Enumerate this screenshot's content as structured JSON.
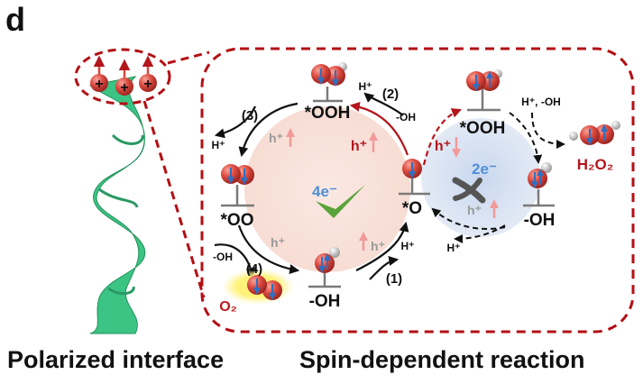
{
  "panel_letter": "d",
  "captions": {
    "left": "Polarized interface",
    "right": "Spin-dependent reaction"
  },
  "colors": {
    "dashed_red": "#b30f14",
    "helix_green": "#3cc484",
    "pink_cycle": "#f9e6df",
    "blue_cycle": "#d9e3f2",
    "oxygen": "#d9473f",
    "spin_blue": "#2f6fc0",
    "check_green": "#5aa33a",
    "h_plus_red": "#b3161c",
    "pink_arrow": "#f29a9a"
  },
  "interface": {
    "charge_sign": "+"
  },
  "four_e": {
    "label": "4e⁻",
    "species": {
      "ooh": "*OOH",
      "oo": "*OO",
      "oh": "-OH",
      "o": "*O",
      "o2": "O₂"
    },
    "steps": {
      "s1": "(1)",
      "s2": "(2)",
      "s3": "(3)",
      "s4": "(4)"
    },
    "h_plus": "H⁺",
    "minus_oh": "-OH",
    "hole": "h⁺"
  },
  "two_e": {
    "label": "2e⁻",
    "species": {
      "ooh": "*OOH",
      "oh": "-OH",
      "h2o2": "H₂O₂"
    },
    "h_plus_oh": "H⁺,  -OH",
    "h_plus": "H⁺",
    "hole": "h⁺"
  }
}
